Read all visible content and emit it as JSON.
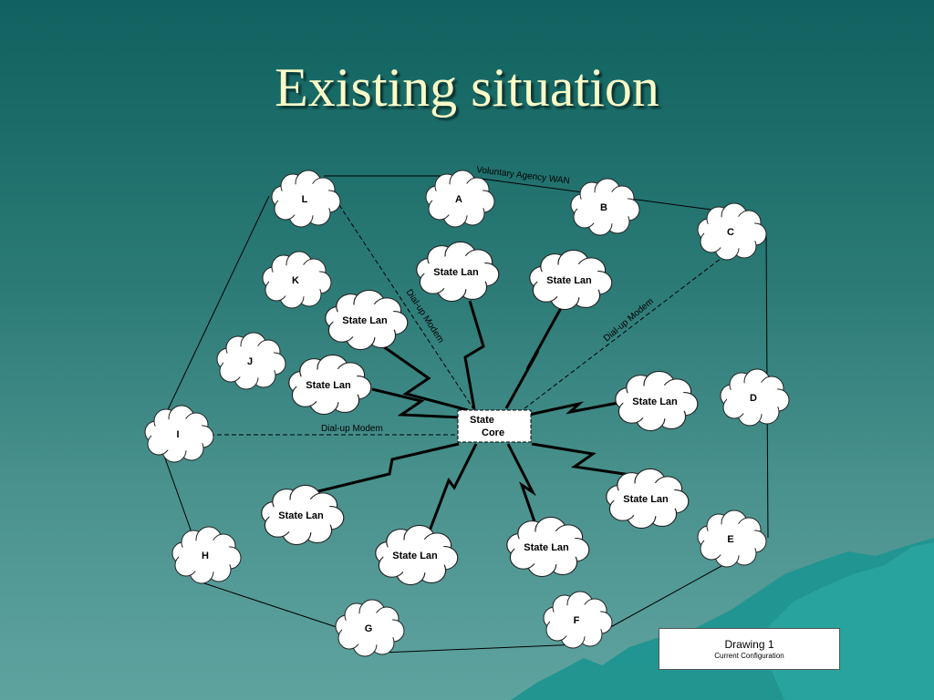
{
  "title": "Existing situation",
  "wan_label": "Voluntary Agency WAN",
  "modem_label": "Dial-up Modem",
  "core_label_1": "State",
  "core_label_2": "Core",
  "state_lan_label": "State Lan",
  "letters": [
    "L",
    "A",
    "B",
    "C",
    "K",
    "J",
    "D",
    "I",
    "H",
    "G",
    "F",
    "E"
  ],
  "legend": {
    "title": "Drawing 1",
    "subtitle": "Current Configuration"
  },
  "colors": {
    "cloud_fill": "#ffffff",
    "line": "#000000",
    "title_text": "#fafcc8"
  }
}
